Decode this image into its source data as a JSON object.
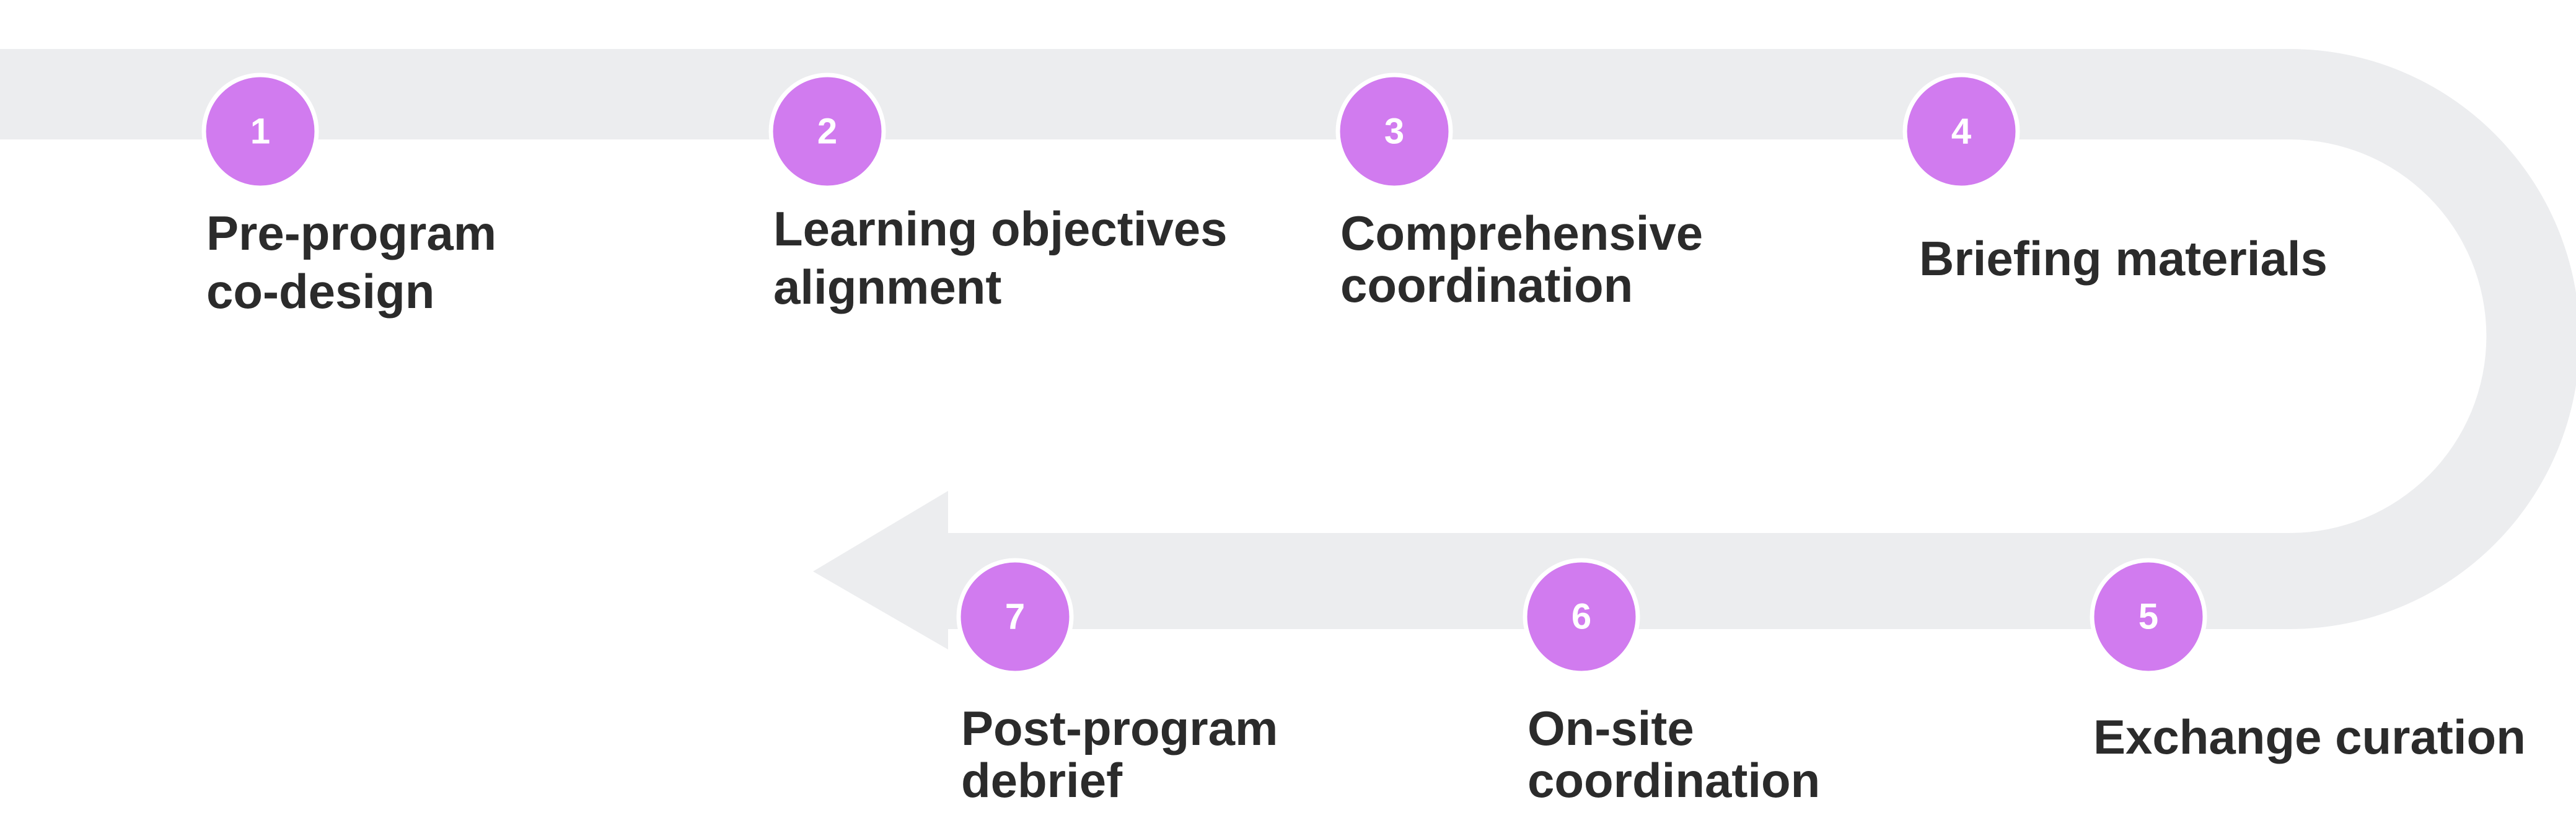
{
  "colors": {
    "track": "#ecedef",
    "badge": "#d17bef",
    "badge_ring": "#ffffff",
    "label_text": "#2b2b2b",
    "badge_text": "#ffffff"
  },
  "steps": [
    {
      "number": "1",
      "line1": "Pre-program",
      "line2": "co-design"
    },
    {
      "number": "2",
      "line1": "Learning objectives",
      "line2": "alignment"
    },
    {
      "number": "3",
      "line1": "Comprehensive",
      "line2": "coordination"
    },
    {
      "number": "4",
      "line1": "Briefing materials",
      "line2": ""
    },
    {
      "number": "5",
      "line1": "Exchange curation",
      "line2": ""
    },
    {
      "number": "6",
      "line1": "On-site",
      "line2": "coordination"
    },
    {
      "number": "7",
      "line1": "Post-program",
      "line2": "debrief"
    }
  ]
}
